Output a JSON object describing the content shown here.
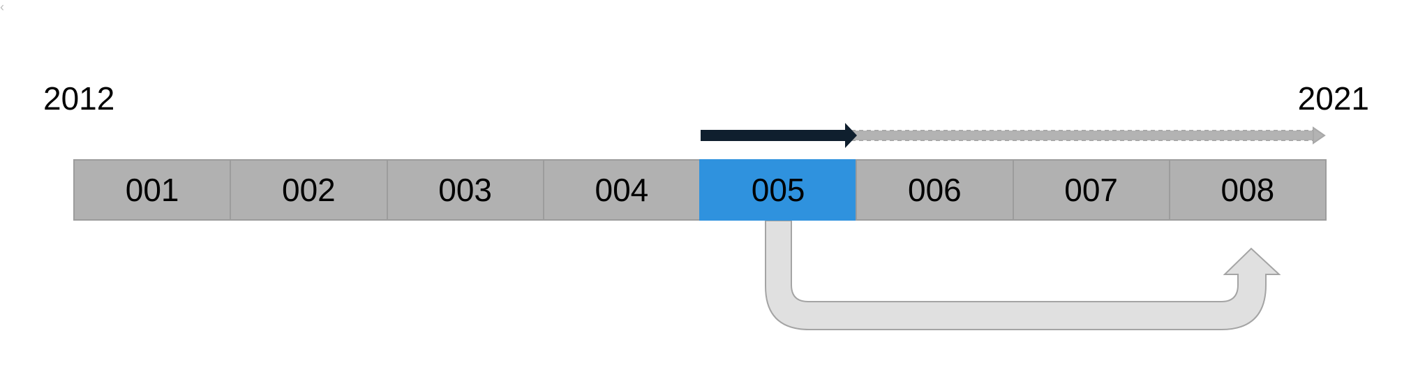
{
  "timeline": {
    "start_year": "2012",
    "end_year": "2021",
    "active_index": 4,
    "cells": [
      "001",
      "002",
      "003",
      "004",
      "005",
      "006",
      "007",
      "008"
    ]
  },
  "colors": {
    "cell_fill": "#b1b1b1",
    "active_fill": "#2f92de",
    "progress_arrow": "#0f1f2e",
    "remaining_arrow": "#b3b3b3",
    "return_arrow": "#e0e0e0"
  }
}
